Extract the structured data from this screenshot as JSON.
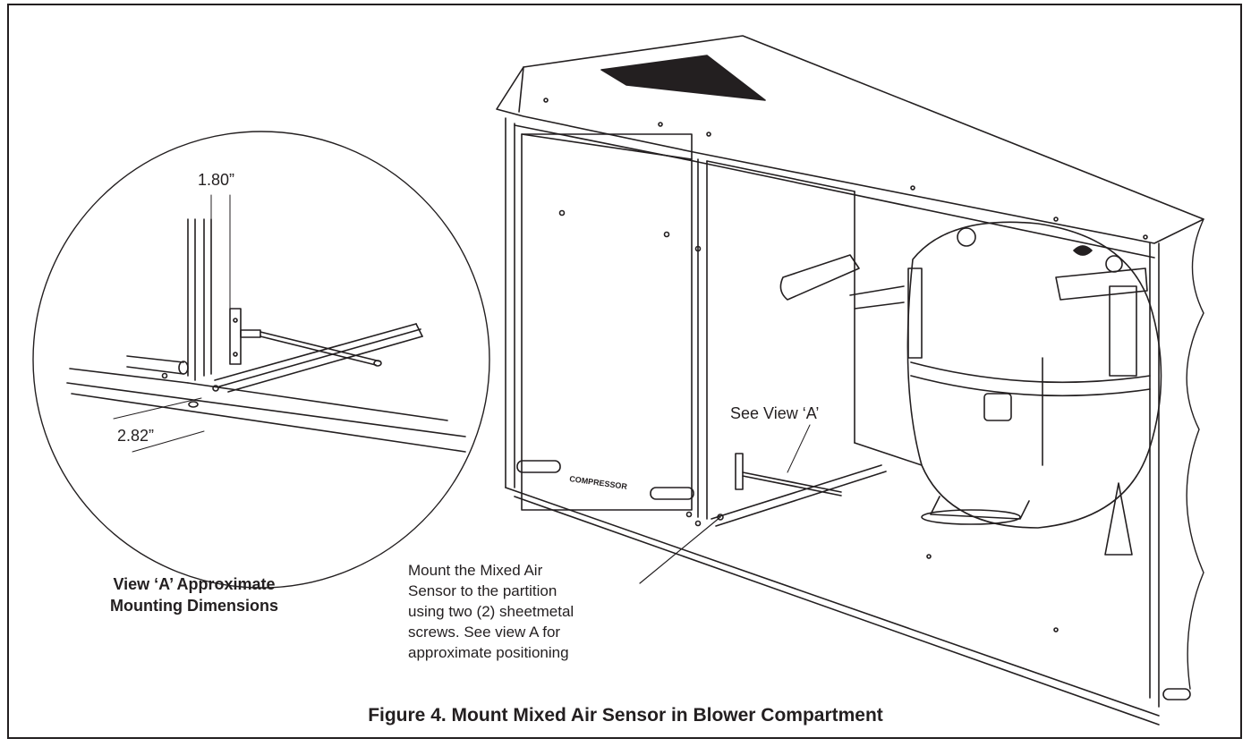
{
  "figure": {
    "caption": "Figure 4. Mount Mixed Air Sensor in Blower Compartment"
  },
  "detail_view": {
    "dimension_top": "1.80”",
    "dimension_bottom": "2.82”",
    "caption_line1": "View ‘A’ Approximate",
    "caption_line2": "Mounting Dimensions"
  },
  "unit_view": {
    "callout": "See View ‘A’",
    "panel_label": "COMPRESSOR",
    "note_lines": [
      "Mount the Mixed Air",
      "Sensor to the partition",
      "using two (2) sheetmetal",
      "screws.  See view A for",
      "approximate positioning"
    ]
  }
}
